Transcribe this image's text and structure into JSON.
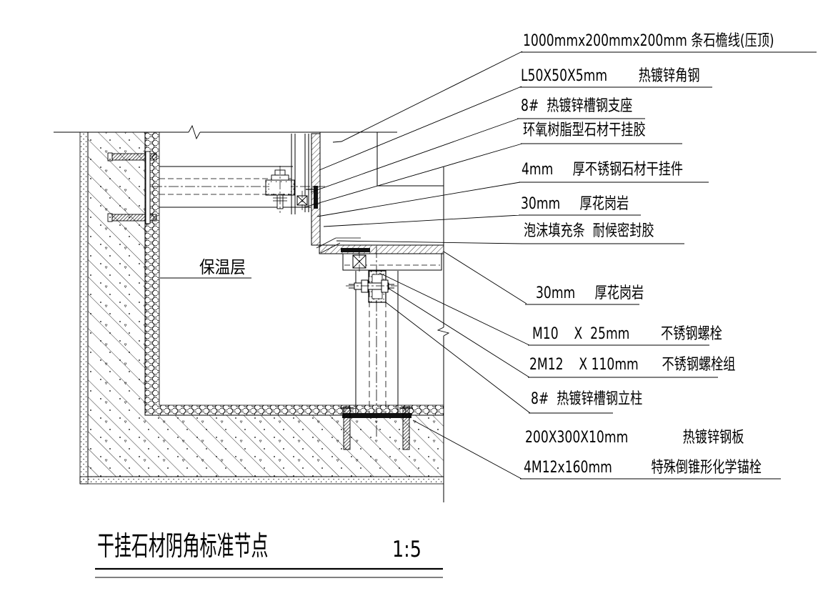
{
  "drawing": {
    "title": "干挂石材阴角标准节点",
    "scale_label": "1:5",
    "insulation_label": "保温层",
    "callouts": [
      {
        "id": "stone-cornice",
        "text": "1000mmx200mmx200mm 条石檐线(压顶)"
      },
      {
        "id": "angle-steel",
        "text": "L50X50X5mm        热镀锌角钢"
      },
      {
        "id": "channel-seat",
        "text": "8#  热镀锌槽钢支座"
      },
      {
        "id": "epoxy-adhesive",
        "text": "环氧树脂型石材干挂胶"
      },
      {
        "id": "ss-hanger",
        "text": "4mm     厚不锈钢石材干挂件"
      },
      {
        "id": "granite-vertical",
        "text": "30mm     厚花岗岩"
      },
      {
        "id": "foam-sealant",
        "text": "泡沫填充条  耐候密封胶"
      },
      {
        "id": "granite-soffit",
        "text": "30mm     厚花岗岩"
      },
      {
        "id": "bolt-m10",
        "text": "M10    X  25mm        不锈钢螺栓"
      },
      {
        "id": "bolt-2m12",
        "text": "2M12    X 110mm      不锈钢螺栓组"
      },
      {
        "id": "channel-column",
        "text": "8#  热镀锌槽钢立柱"
      },
      {
        "id": "steel-plate",
        "text": "200X300X10mm              热镀锌钢板"
      },
      {
        "id": "chemical-anchor",
        "text": "4M12x160mm          特殊倒锥形化学锚栓"
      }
    ]
  },
  "colors": {
    "line": "#000000",
    "background": "#ffffff"
  }
}
